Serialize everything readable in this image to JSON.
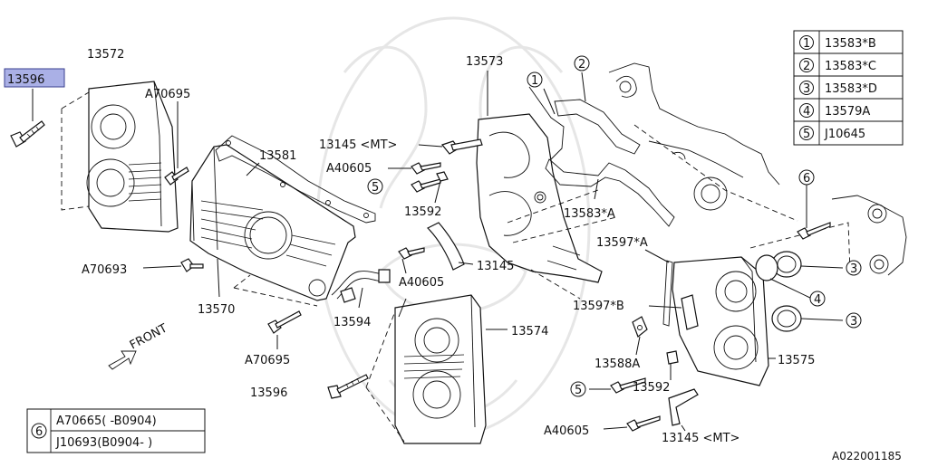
{
  "diagram_id": "A022001185",
  "front_label": "FRONT",
  "highlighted_part": "13596",
  "callouts": {
    "c13572": "13572",
    "c13596_top": "13596",
    "c70695_top": "A70695",
    "c13581": "13581",
    "c70693": "A70693",
    "c13570": "13570",
    "c70695_bot": "A70695",
    "c13596_bot": "13596",
    "c13573": "13573",
    "c13145_mt_top": "13145 <MT>",
    "c40605_top": "A40605",
    "c13592_top": "13592",
    "c13145_mid": "13145",
    "c40605_mid": "A40605",
    "c13594": "13594",
    "c13574": "13574",
    "c13583A": "13583*A",
    "c13597A": "13597*A",
    "c13597B": "13597*B",
    "c13588A": "13588A",
    "c13592_bot": "13592",
    "c40605_bot": "A40605",
    "c13145_mt_bot": "13145 <MT>",
    "c13575": "13575"
  },
  "circle_marks": {
    "m1": "1",
    "m2": "2",
    "m3a": "3",
    "m3b": "3",
    "m4": "4",
    "m5a": "5",
    "m5b": "5",
    "m6": "6"
  },
  "legend_top": [
    {
      "num": "1",
      "part": "13583*B"
    },
    {
      "num": "2",
      "part": "13583*C"
    },
    {
      "num": "3",
      "part": "13583*D"
    },
    {
      "num": "4",
      "part": "13579A"
    },
    {
      "num": "5",
      "part": "J10645"
    }
  ],
  "legend_bottom": {
    "num": "6",
    "rows": [
      "A70665( -B0904)",
      "J10693(B0904- )"
    ]
  }
}
